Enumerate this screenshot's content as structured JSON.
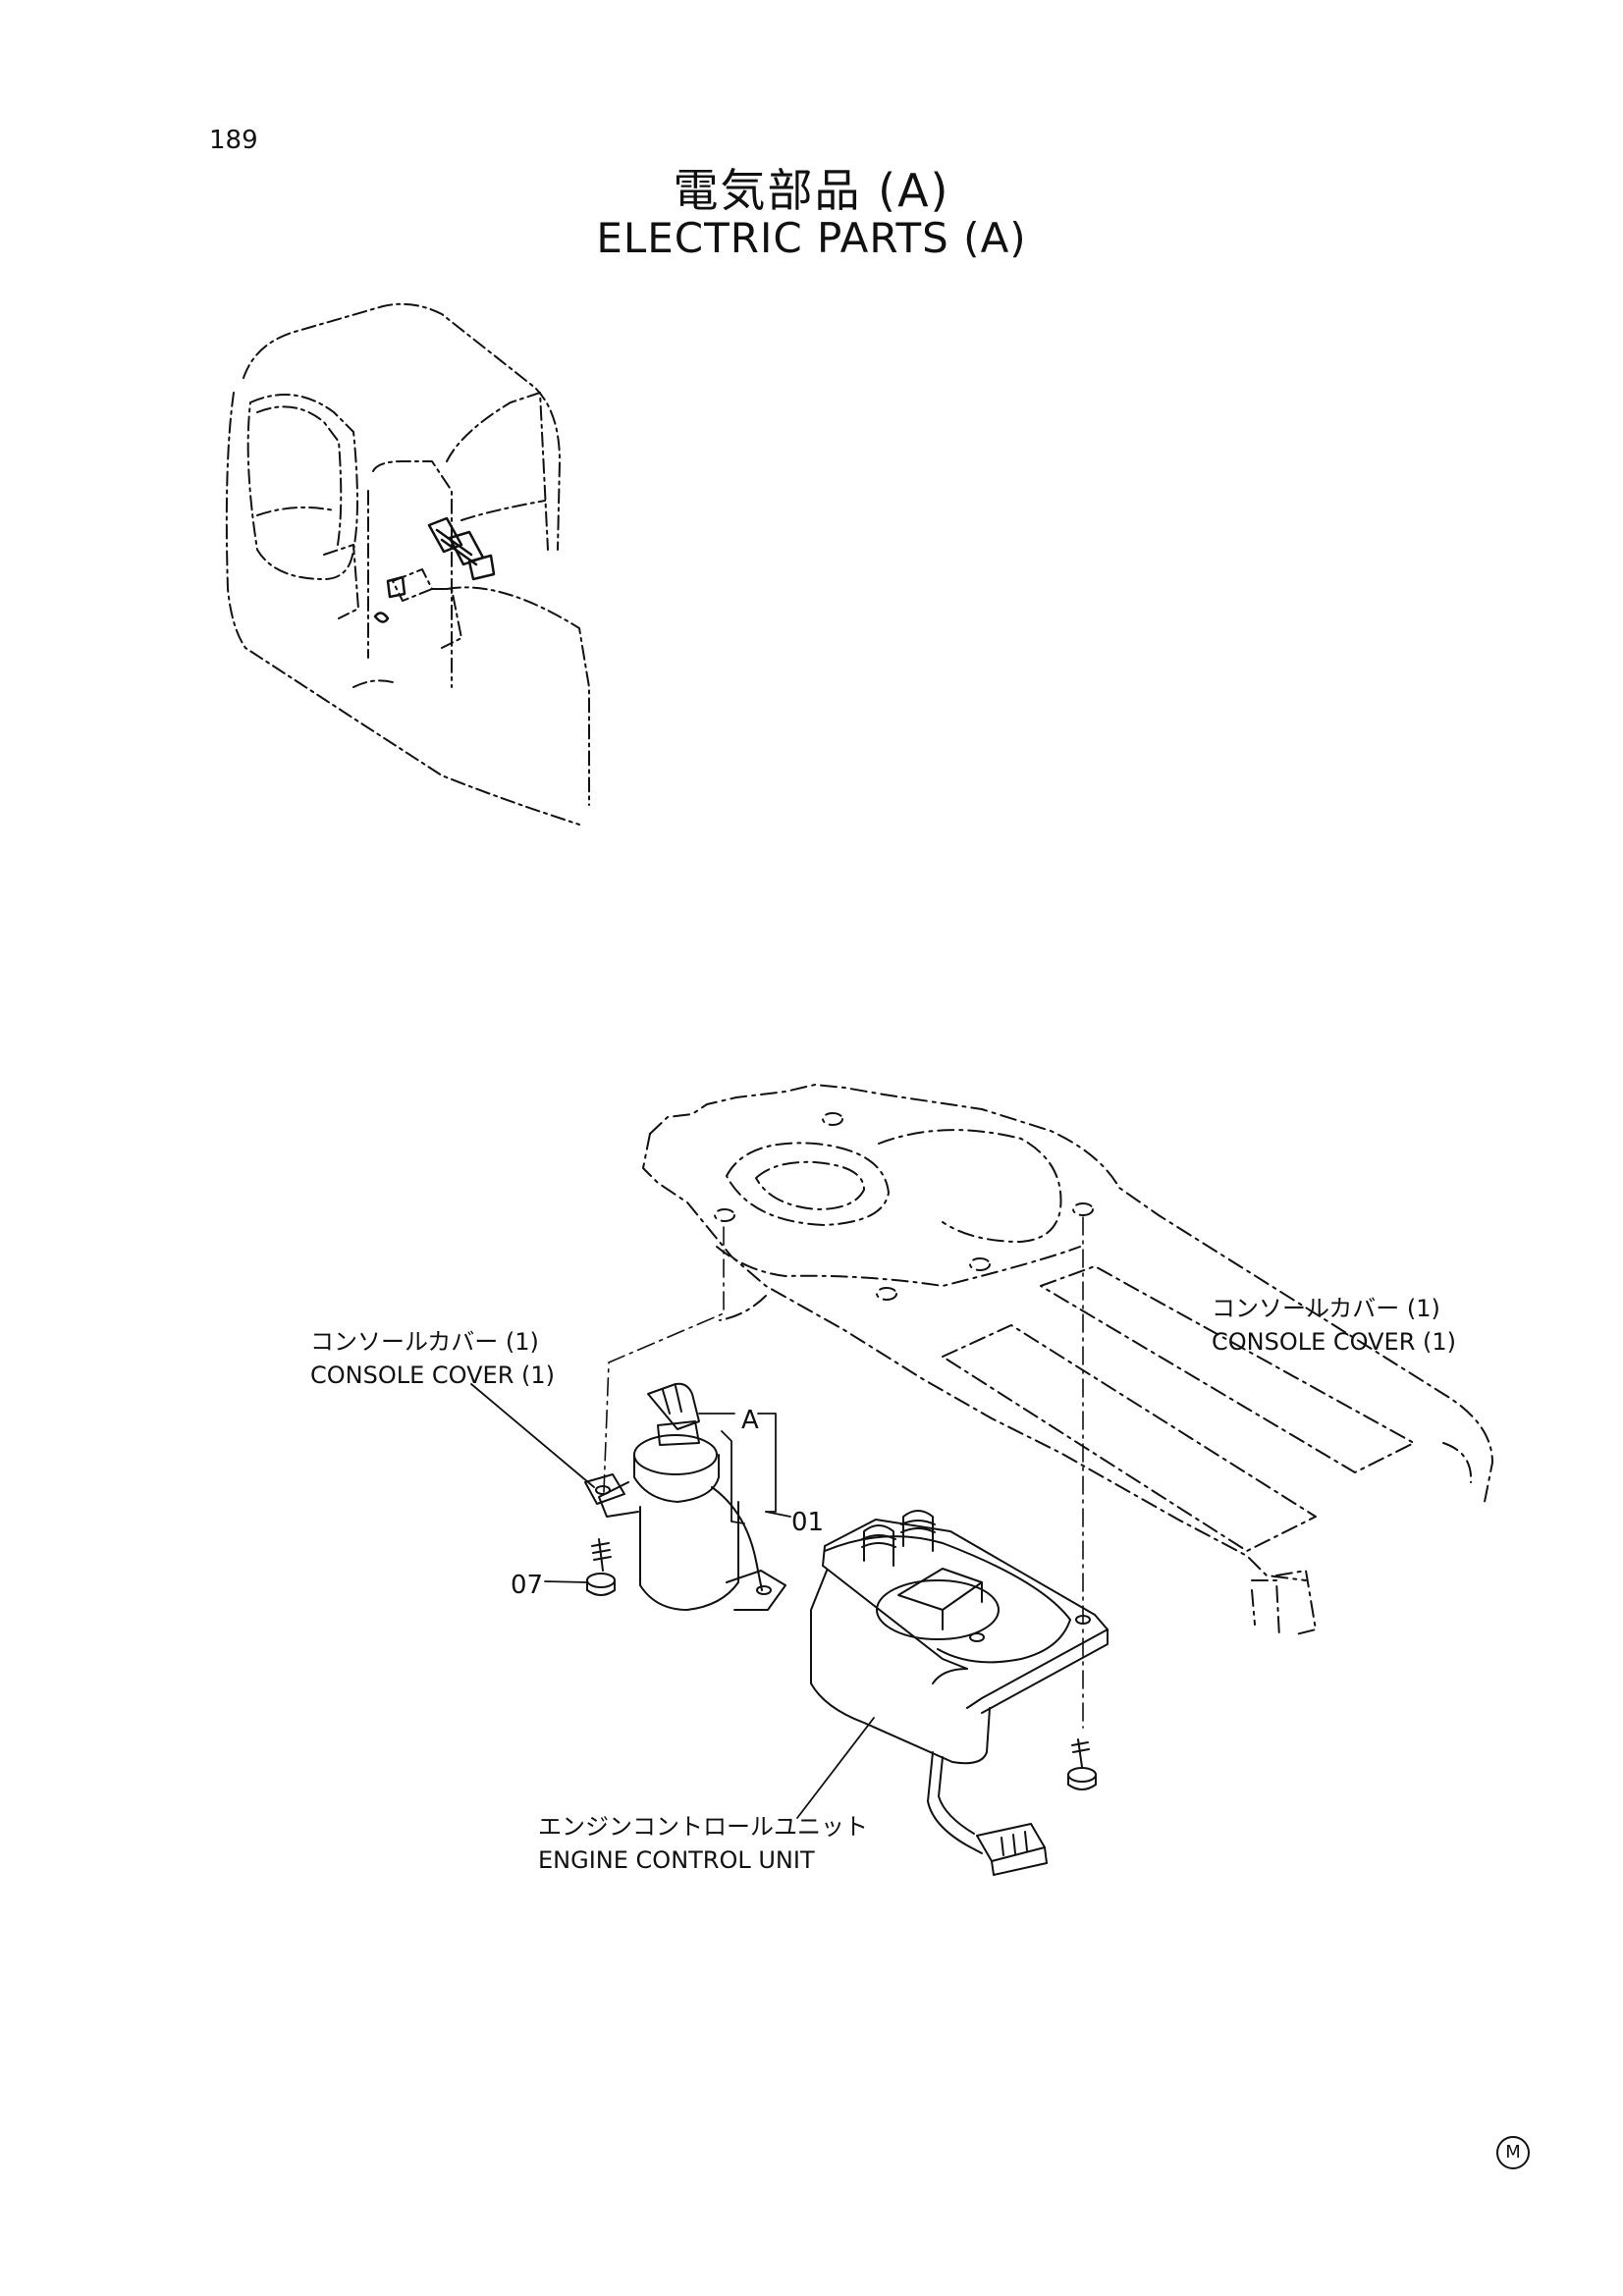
{
  "page_number": "189",
  "title_jp": "電気部品 (A)",
  "title_en": "ELECTRIC PARTS (A)",
  "labels": {
    "console_cover_left_jp": "コンソールカバー (1)",
    "console_cover_left_en": "CONSOLE COVER (1)",
    "console_cover_right_jp": "コンソールカバー (1)",
    "console_cover_right_en": "CONSOLE COVER (1)",
    "engine_control_unit_jp": "エンジンコントロールユニット",
    "engine_control_unit_en": "ENGINE CONTROL UNIT"
  },
  "callouts": {
    "a": "A",
    "part_01": "01",
    "part_07": "07"
  },
  "corner_mark": "M"
}
